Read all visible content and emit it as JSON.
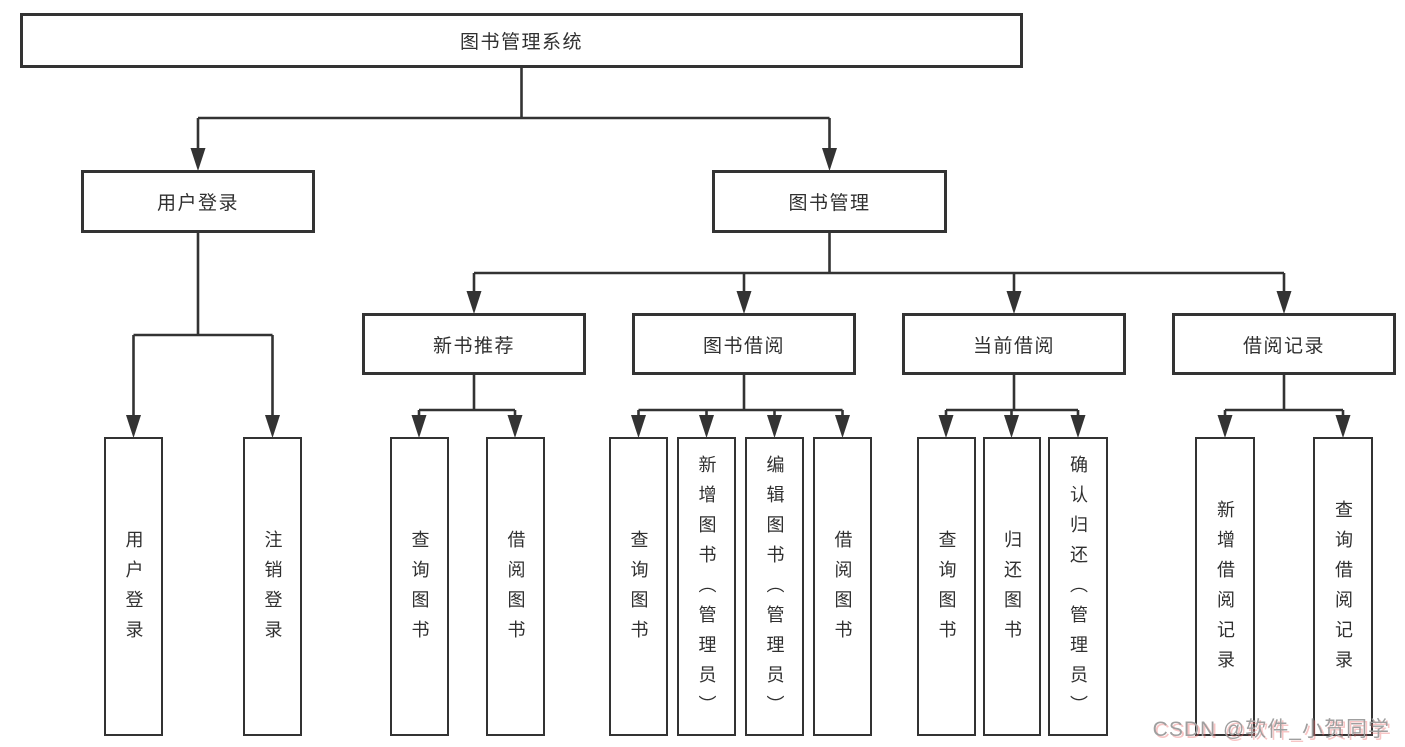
{
  "diagram": {
    "root_label": "图书管理系统",
    "user_login": {
      "label": "用户登录",
      "children": {
        "login": "用户登录",
        "logout": "注销登录"
      }
    },
    "book_mgmt": {
      "label": "图书管理",
      "new_book": {
        "label": "新书推荐",
        "children": {
          "query": "查询图书",
          "borrow": "借阅图书"
        }
      },
      "book_borrow": {
        "label": "图书借阅",
        "children": {
          "query": "查询图书",
          "add": "新增图书（管理员）",
          "edit": "编辑图书（管理员）",
          "borrow": "借阅图书"
        }
      },
      "current_borrow": {
        "label": "当前借阅",
        "children": {
          "query": "查询图书",
          "return": "归还图书",
          "confirm": "确认归还（管理员）"
        }
      },
      "borrow_records": {
        "label": "借阅记录",
        "children": {
          "add": "新增借阅记录",
          "query": "查询借阅记录"
        }
      }
    }
  },
  "watermark": {
    "text": "CSDN @软件_小贺同学"
  },
  "colors": {
    "line": "#333333",
    "box_border": "#333333",
    "box_fill": "#ffffff",
    "text": "#303030",
    "watermark_gray": "#9f9f9f",
    "watermark_accent": "#eb6e6e"
  }
}
